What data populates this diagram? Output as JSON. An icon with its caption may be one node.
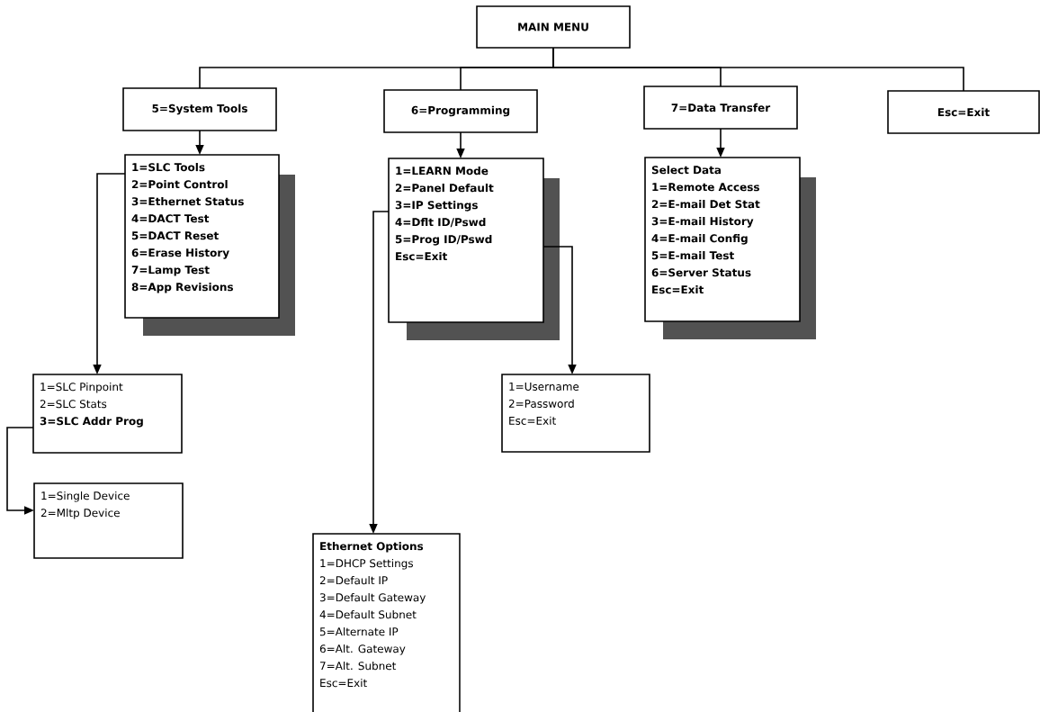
{
  "diagram": {
    "nodes": [
      {
        "text": [
          "MAIN MENU"
        ]
      },
      {
        "text": [
          "5=System Tools"
        ]
      },
      {
        "text": [
          "6=Programming"
        ]
      },
      {
        "text": [
          "7=Data Transfer"
        ]
      },
      {
        "text": [
          "Esc=Exit"
        ]
      },
      {
        "text": [
          "1=SLC Tools",
          "2=Point Control",
          "3=Ethernet Status",
          "4=DACT Test",
          "5=DACT Reset",
          "6=Erase History",
          "7=Lamp Test",
          "8=App Revisions"
        ]
      },
      {
        "text": [
          "1=LEARN Mode",
          "2=Panel Default",
          "3=IP Settings",
          "4=Dflt ID/Pswd",
          "5=Prog ID/Pswd",
          "Esc=Exit"
        ]
      },
      {
        "text": [
          "Select Data",
          "1=Remote Access",
          "2=E-mail Det Stat",
          "3=E-mail History",
          "4=E-mail Config",
          "5=E-mail Test",
          "6=Server Status",
          "Esc=Exit"
        ]
      },
      {
        "text": [
          "1=SLC Pinpoint",
          "2=SLC Stats",
          "3=SLC Addr Prog"
        ]
      },
      {
        "text": [
          "1=Single Device",
          "2=Mltp Device"
        ]
      },
      {
        "text": [
          "1=Username",
          "2=Password",
          "Esc=Exit"
        ]
      },
      {
        "text": [
          "Ethernet Options",
          "1=DHCP Settings",
          "2=Default IP",
          "3=Default Gateway",
          "4=Default Subnet",
          "5=Alternate IP",
          "6=Alt. Gateway",
          "7=Alt. Subnet",
          "Esc=Exit"
        ]
      }
    ],
    "edges": [
      {
        "from": 0,
        "to": 1,
        "arrow": "none"
      },
      {
        "from": 0,
        "to": 2,
        "arrow": "none"
      },
      {
        "from": 0,
        "to": 3,
        "arrow": "none"
      },
      {
        "from": 0,
        "to": 4,
        "arrow": "none"
      },
      {
        "from": 1,
        "to": 5,
        "arrow": "to"
      },
      {
        "from": 2,
        "to": 6,
        "arrow": "to"
      },
      {
        "from": 3,
        "to": 7,
        "arrow": "to"
      },
      {
        "from": 5,
        "to": 8,
        "arrow": "to"
      },
      {
        "from": 8,
        "to": 9,
        "arrow": "to"
      },
      {
        "from": 6,
        "to": 10,
        "arrow": "to"
      },
      {
        "from": 6,
        "to": 11,
        "arrow": "to"
      }
    ]
  }
}
